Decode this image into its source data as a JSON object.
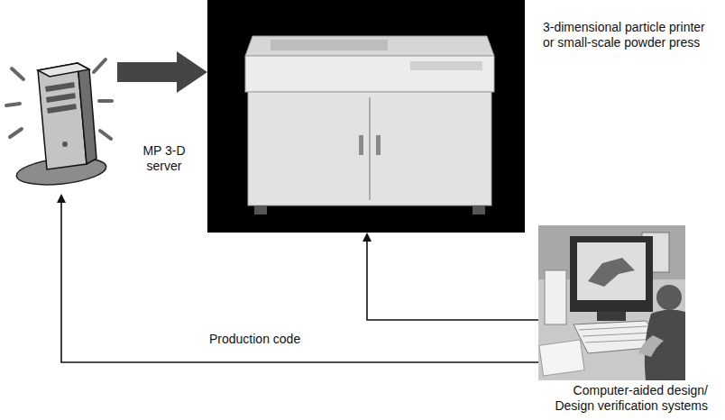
{
  "diagram": {
    "nodes": [
      {
        "text": [
          "MP 3-D server"
        ]
      },
      {
        "text": [
          "3-dimensional particle printer or small-scale powder press"
        ]
      },
      {
        "text": [
          "Computer-aided design/ Design verification systems"
        ]
      }
    ],
    "edges": [
      {
        "from": 0,
        "to": 1,
        "arrow": "to"
      },
      {
        "from": 2,
        "to": 1,
        "arrow": "to"
      },
      {
        "from": 2,
        "to": 0,
        "label": "Production code",
        "arrow": "to"
      }
    ]
  }
}
